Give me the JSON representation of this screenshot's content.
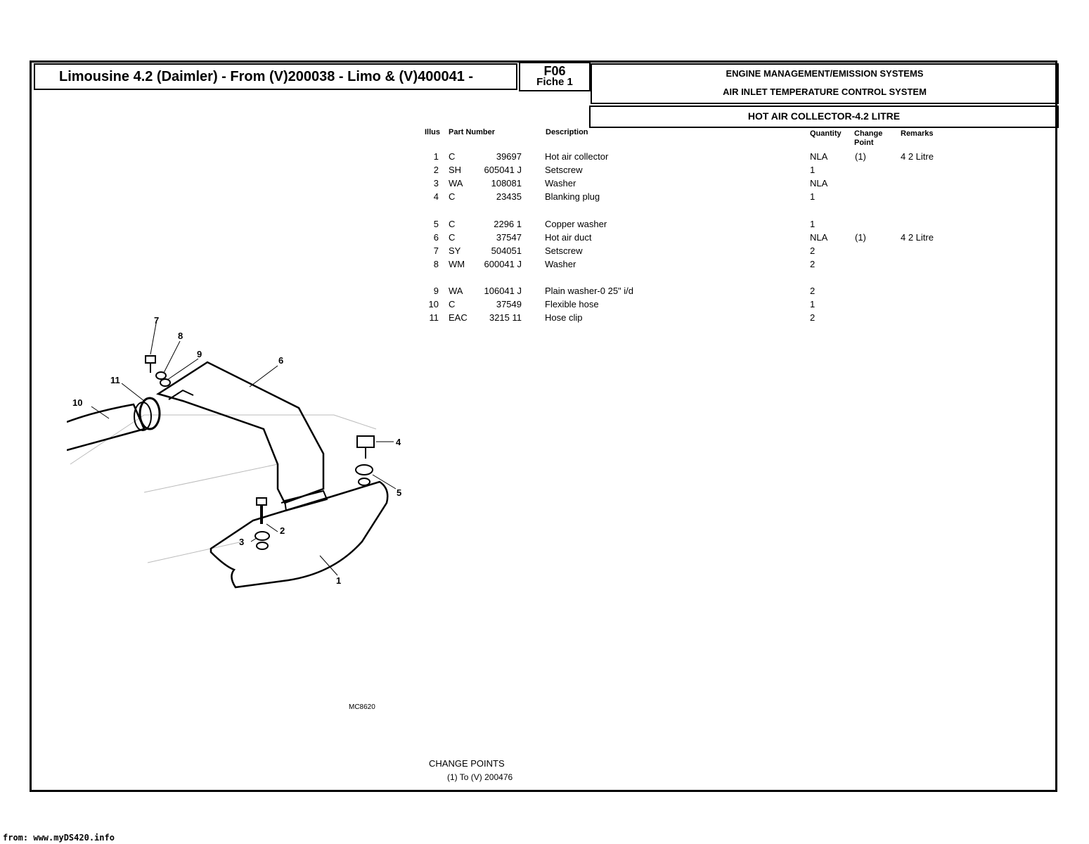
{
  "header": {
    "title": "Limousine 4.2 (Daimler) - From (V)200038 - Limo & (V)400041 -",
    "fiche_code": "F06",
    "fiche_label": "Fiche 1",
    "system_line1": "ENGINE MANAGEMENT/EMISSION SYSTEMS",
    "system_line2": "AIR INLET TEMPERATURE CONTROL SYSTEM",
    "group": "HOT AIR COLLECTOR-4.2 LITRE"
  },
  "table": {
    "headers": {
      "illus": "Illus",
      "part_number": "Part Number",
      "description": "Description",
      "quantity": "Quantity",
      "change_point": "Change Point",
      "remarks": "Remarks"
    },
    "rows": [
      {
        "illus": "1",
        "prefix": "C",
        "number": "39697",
        "description": "Hot air collector",
        "qty": "NLA",
        "change": "(1)",
        "remarks": "4 2 Litre"
      },
      {
        "illus": "2",
        "prefix": "SH",
        "number": "605041 J",
        "description": "Setscrew",
        "qty": "1",
        "change": "",
        "remarks": ""
      },
      {
        "illus": "3",
        "prefix": "WA",
        "number": "108081",
        "description": "Washer",
        "qty": "NLA",
        "change": "",
        "remarks": ""
      },
      {
        "illus": "4",
        "prefix": "C",
        "number": "23435",
        "description": "Blanking plug",
        "qty": "1",
        "change": "",
        "remarks": ""
      },
      {
        "illus": "5",
        "prefix": "C",
        "number": "2296 1",
        "description": "Copper washer",
        "qty": "1",
        "change": "",
        "remarks": ""
      },
      {
        "illus": "6",
        "prefix": "C",
        "number": "37547",
        "description": "Hot air duct",
        "qty": "NLA",
        "change": "(1)",
        "remarks": "4 2 Litre"
      },
      {
        "illus": "7",
        "prefix": "SY",
        "number": "504051",
        "description": "Setscrew",
        "qty": "2",
        "change": "",
        "remarks": ""
      },
      {
        "illus": "8",
        "prefix": "WM",
        "number": "600041 J",
        "description": "Washer",
        "qty": "2",
        "change": "",
        "remarks": ""
      },
      {
        "illus": "9",
        "prefix": "WA",
        "number": "106041 J",
        "description": "Plain washer-0 25\" i/d",
        "qty": "2",
        "change": "",
        "remarks": ""
      },
      {
        "illus": "10",
        "prefix": "C",
        "number": "37549",
        "description": "Flexible hose",
        "qty": "1",
        "change": "",
        "remarks": ""
      },
      {
        "illus": "11",
        "prefix": "EAC",
        "number": "3215 11",
        "description": "Hose clip",
        "qty": "2",
        "change": "",
        "remarks": ""
      }
    ]
  },
  "diagram": {
    "callouts": [
      "1",
      "2",
      "3",
      "4",
      "5",
      "6",
      "7",
      "8",
      "9",
      "10",
      "11"
    ],
    "figure_ref": "MC8620"
  },
  "change_points": {
    "heading": "CHANGE POINTS",
    "items": [
      "(1) To (V) 200476"
    ]
  },
  "footer": "from: www.myDS420.info"
}
